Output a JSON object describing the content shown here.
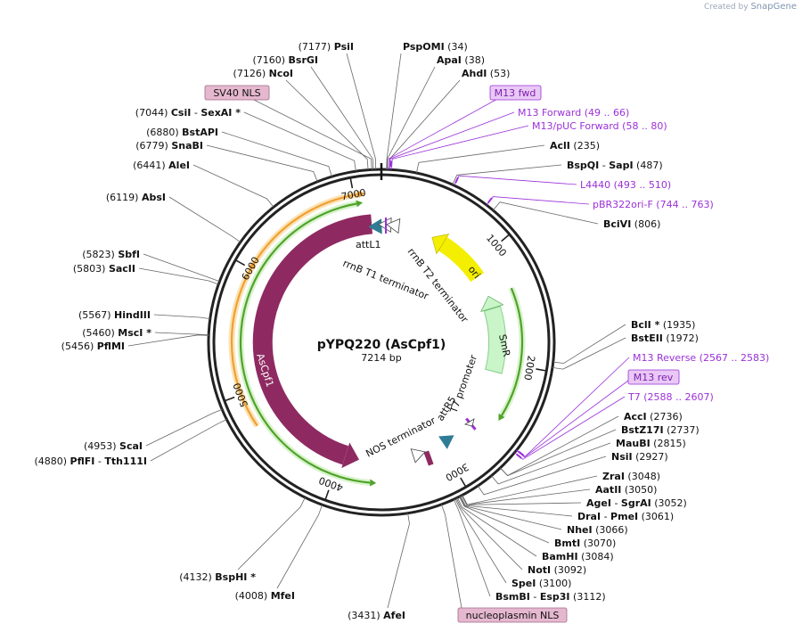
{
  "credit": {
    "prefix": "Created by",
    "brand": "SnapGene"
  },
  "plasmid": {
    "name": "pYPQ220 (AsCpf1)",
    "size_label": "7214 bp",
    "length": 7214
  },
  "colors": {
    "site": "#111111",
    "primer": "#9b30d9",
    "feature_label_bg": "#e5b8cf",
    "primer_box_bg": "#e9c8f5",
    "cds": "#8e2a61",
    "ori": "#f4ee00",
    "smr": "#c9f5c9",
    "terminator": "#2f7c95",
    "orange_arc": "#f0a030",
    "green_arc": "#4fa32a"
  },
  "ticks": [
    "1000",
    "2000",
    "3000",
    "4000",
    "5000",
    "6000",
    "7000"
  ],
  "sites_left": [
    {
      "pos": "(7177)",
      "name": "PsiI",
      "sep": "",
      "name2": "",
      "star": ""
    },
    {
      "pos": "(7160)",
      "name": "BsrGI",
      "sep": "",
      "name2": "",
      "star": ""
    },
    {
      "pos": "(7126)",
      "name": "NcoI",
      "sep": "",
      "name2": "",
      "star": ""
    },
    {
      "pos": "(7044)",
      "name": "CsiI",
      "sep": "-",
      "name2": "SexAI",
      "star": "*"
    },
    {
      "pos": "(6880)",
      "name": "BstAPI",
      "sep": "",
      "name2": "",
      "star": ""
    },
    {
      "pos": "(6779)",
      "name": "SnaBI",
      "sep": "",
      "name2": "",
      "star": ""
    },
    {
      "pos": "(6441)",
      "name": "AleI",
      "sep": "",
      "name2": "",
      "star": ""
    },
    {
      "pos": "(6119)",
      "name": "AbsI",
      "sep": "",
      "name2": "",
      "star": ""
    },
    {
      "pos": "(5823)",
      "name": "SbfI",
      "sep": "",
      "name2": "",
      "star": ""
    },
    {
      "pos": "(5803)",
      "name": "SacII",
      "sep": "",
      "name2": "",
      "star": ""
    },
    {
      "pos": "(5567)",
      "name": "HindIII",
      "sep": "",
      "name2": "",
      "star": ""
    },
    {
      "pos": "(5460)",
      "name": "MscI",
      "sep": "",
      "name2": "",
      "star": "*"
    },
    {
      "pos": "(5456)",
      "name": "PflMI",
      "sep": "",
      "name2": "",
      "star": ""
    },
    {
      "pos": "(4953)",
      "name": "ScaI",
      "sep": "",
      "name2": "",
      "star": ""
    },
    {
      "pos": "(4880)",
      "name": "PflFI",
      "sep": "-",
      "name2": "Tth111I",
      "star": ""
    },
    {
      "pos": "(4132)",
      "name": "BspHI",
      "sep": "",
      "name2": "",
      "star": "*"
    },
    {
      "pos": "(4008)",
      "name": "MfeI",
      "sep": "",
      "name2": "",
      "star": ""
    },
    {
      "pos": "(3431)",
      "name": "AfeI",
      "sep": "",
      "name2": "",
      "star": ""
    }
  ],
  "sites_right": [
    {
      "name": "PspOMI",
      "sep": "",
      "name2": "",
      "star": "",
      "pos": "(34)"
    },
    {
      "name": "ApaI",
      "sep": "",
      "name2": "",
      "star": "",
      "pos": "(38)"
    },
    {
      "name": "AhdI",
      "sep": "",
      "name2": "",
      "star": "",
      "pos": "(53)"
    },
    {
      "name": "AclI",
      "sep": "",
      "name2": "",
      "star": "",
      "pos": "(235)"
    },
    {
      "name": "BspQI",
      "sep": "-",
      "name2": "SapI",
      "star": "",
      "pos": "(487)"
    },
    {
      "name": "BciVI",
      "sep": "",
      "name2": "",
      "star": "",
      "pos": "(806)"
    },
    {
      "name": "BclI",
      "sep": "",
      "name2": "",
      "star": "*",
      "pos": "(1935)"
    },
    {
      "name": "BstEII",
      "sep": "",
      "name2": "",
      "star": "",
      "pos": "(1972)"
    },
    {
      "name": "AccI",
      "sep": "",
      "name2": "",
      "star": "",
      "pos": "(2736)"
    },
    {
      "name": "BstZ17I",
      "sep": "",
      "name2": "",
      "star": "",
      "pos": "(2737)"
    },
    {
      "name": "MauBI",
      "sep": "",
      "name2": "",
      "star": "",
      "pos": "(2815)"
    },
    {
      "name": "NsiI",
      "sep": "",
      "name2": "",
      "star": "",
      "pos": "(2927)"
    },
    {
      "name": "ZraI",
      "sep": "",
      "name2": "",
      "star": "",
      "pos": "(3048)"
    },
    {
      "name": "AatII",
      "sep": "",
      "name2": "",
      "star": "",
      "pos": "(3050)"
    },
    {
      "name": "AgeI",
      "sep": "-",
      "name2": "SgrAI",
      "star": "",
      "pos": "(3052)"
    },
    {
      "name": "DraI",
      "sep": "-",
      "name2": "PmeI",
      "star": "",
      "pos": "(3061)"
    },
    {
      "name": "NheI",
      "sep": "",
      "name2": "",
      "star": "",
      "pos": "(3066)"
    },
    {
      "name": "BmtI",
      "sep": "",
      "name2": "",
      "star": "",
      "pos": "(3070)"
    },
    {
      "name": "BamHI",
      "sep": "",
      "name2": "",
      "star": "",
      "pos": "(3084)"
    },
    {
      "name": "NotI",
      "sep": "",
      "name2": "",
      "star": "",
      "pos": "(3092)"
    },
    {
      "name": "SpeI",
      "sep": "",
      "name2": "",
      "star": "",
      "pos": "(3100)"
    },
    {
      "name": "BsmBI",
      "sep": "-",
      "name2": "Esp3I",
      "star": "",
      "pos": "(3112)"
    }
  ],
  "primers": [
    {
      "name": "M13 Forward",
      "range": "(49 .. 66)"
    },
    {
      "name": "M13/pUC Forward",
      "range": "(58 .. 80)"
    },
    {
      "name": "L4440",
      "range": "(493 .. 510)"
    },
    {
      "name": "pBR322ori-F",
      "range": "(744 .. 763)"
    },
    {
      "name": "M13 Reverse",
      "range": "(2567 .. 2583)"
    },
    {
      "name": "T7",
      "range": "(2588 .. 2607)"
    }
  ],
  "boxes": [
    {
      "label": "SV40 NLS"
    },
    {
      "label": "M13 fwd"
    },
    {
      "label": "M13 rev"
    },
    {
      "label": "nucleoplasmin NLS"
    }
  ],
  "features": [
    {
      "label": "AsCpf1"
    },
    {
      "label": "ori"
    },
    {
      "label": "SmR"
    },
    {
      "label": "attL1"
    },
    {
      "label": "rrnB T1 terminator"
    },
    {
      "label": "rrnB T2 terminator"
    },
    {
      "label": "T7 promoter"
    },
    {
      "label": "attR5"
    },
    {
      "label": "NOS terminator"
    }
  ]
}
